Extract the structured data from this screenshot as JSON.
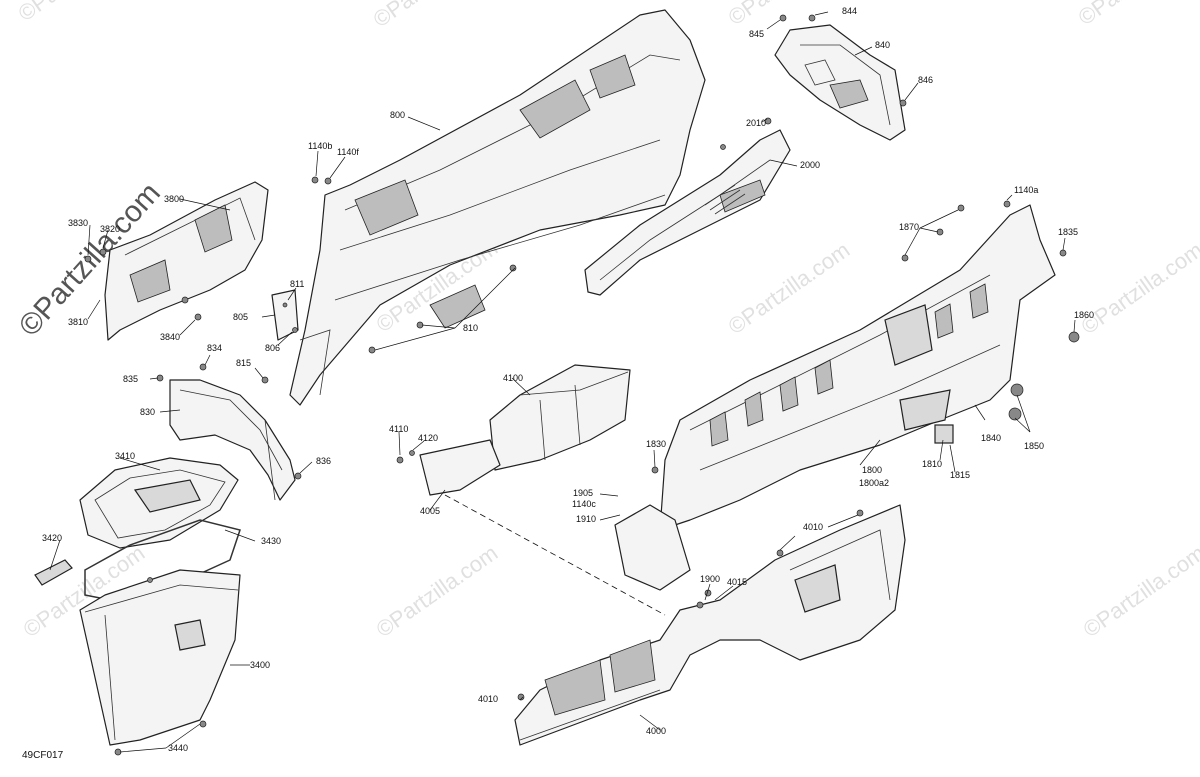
{
  "diagram": {
    "code": "49CF017",
    "watermark": "©Partzilla.com",
    "callouts": {
      "c844": "844",
      "c845": "845",
      "c840": "840",
      "c846": "846",
      "c800": "800",
      "c1140b": "1140b",
      "c1140f": "1140f",
      "c2010": "2010",
      "c2000": "2000",
      "c3800": "3800",
      "c3830": "3830",
      "c3820": "3820",
      "c3810": "3810",
      "c3840": "3840",
      "c811": "811",
      "c805": "805",
      "c806": "806",
      "c810": "810",
      "c1140a": "1140a",
      "c1870": "1870",
      "c1835": "1835",
      "c1860": "1860",
      "c834": "834",
      "c835": "835",
      "c815": "815",
      "c830": "830",
      "c836": "836",
      "c4100": "4100",
      "c4110": "4110",
      "c4120": "4120",
      "c4005": "4005",
      "c1840": "1840",
      "c1850": "1850",
      "c1810": "1810",
      "c1815": "1815",
      "c1800": "1800",
      "c1800a2": "1800a2",
      "c1830": "1830",
      "c1905": "1905",
      "c1140c": "1140c",
      "c1910": "1910",
      "c3410": "3410",
      "c3430": "3430",
      "c3420": "3420",
      "c3400": "3400",
      "c3440": "3440",
      "c4010a": "4010",
      "c4010b": "4010",
      "c1900": "1900",
      "c4015": "4015",
      "c4000": "4000"
    }
  }
}
